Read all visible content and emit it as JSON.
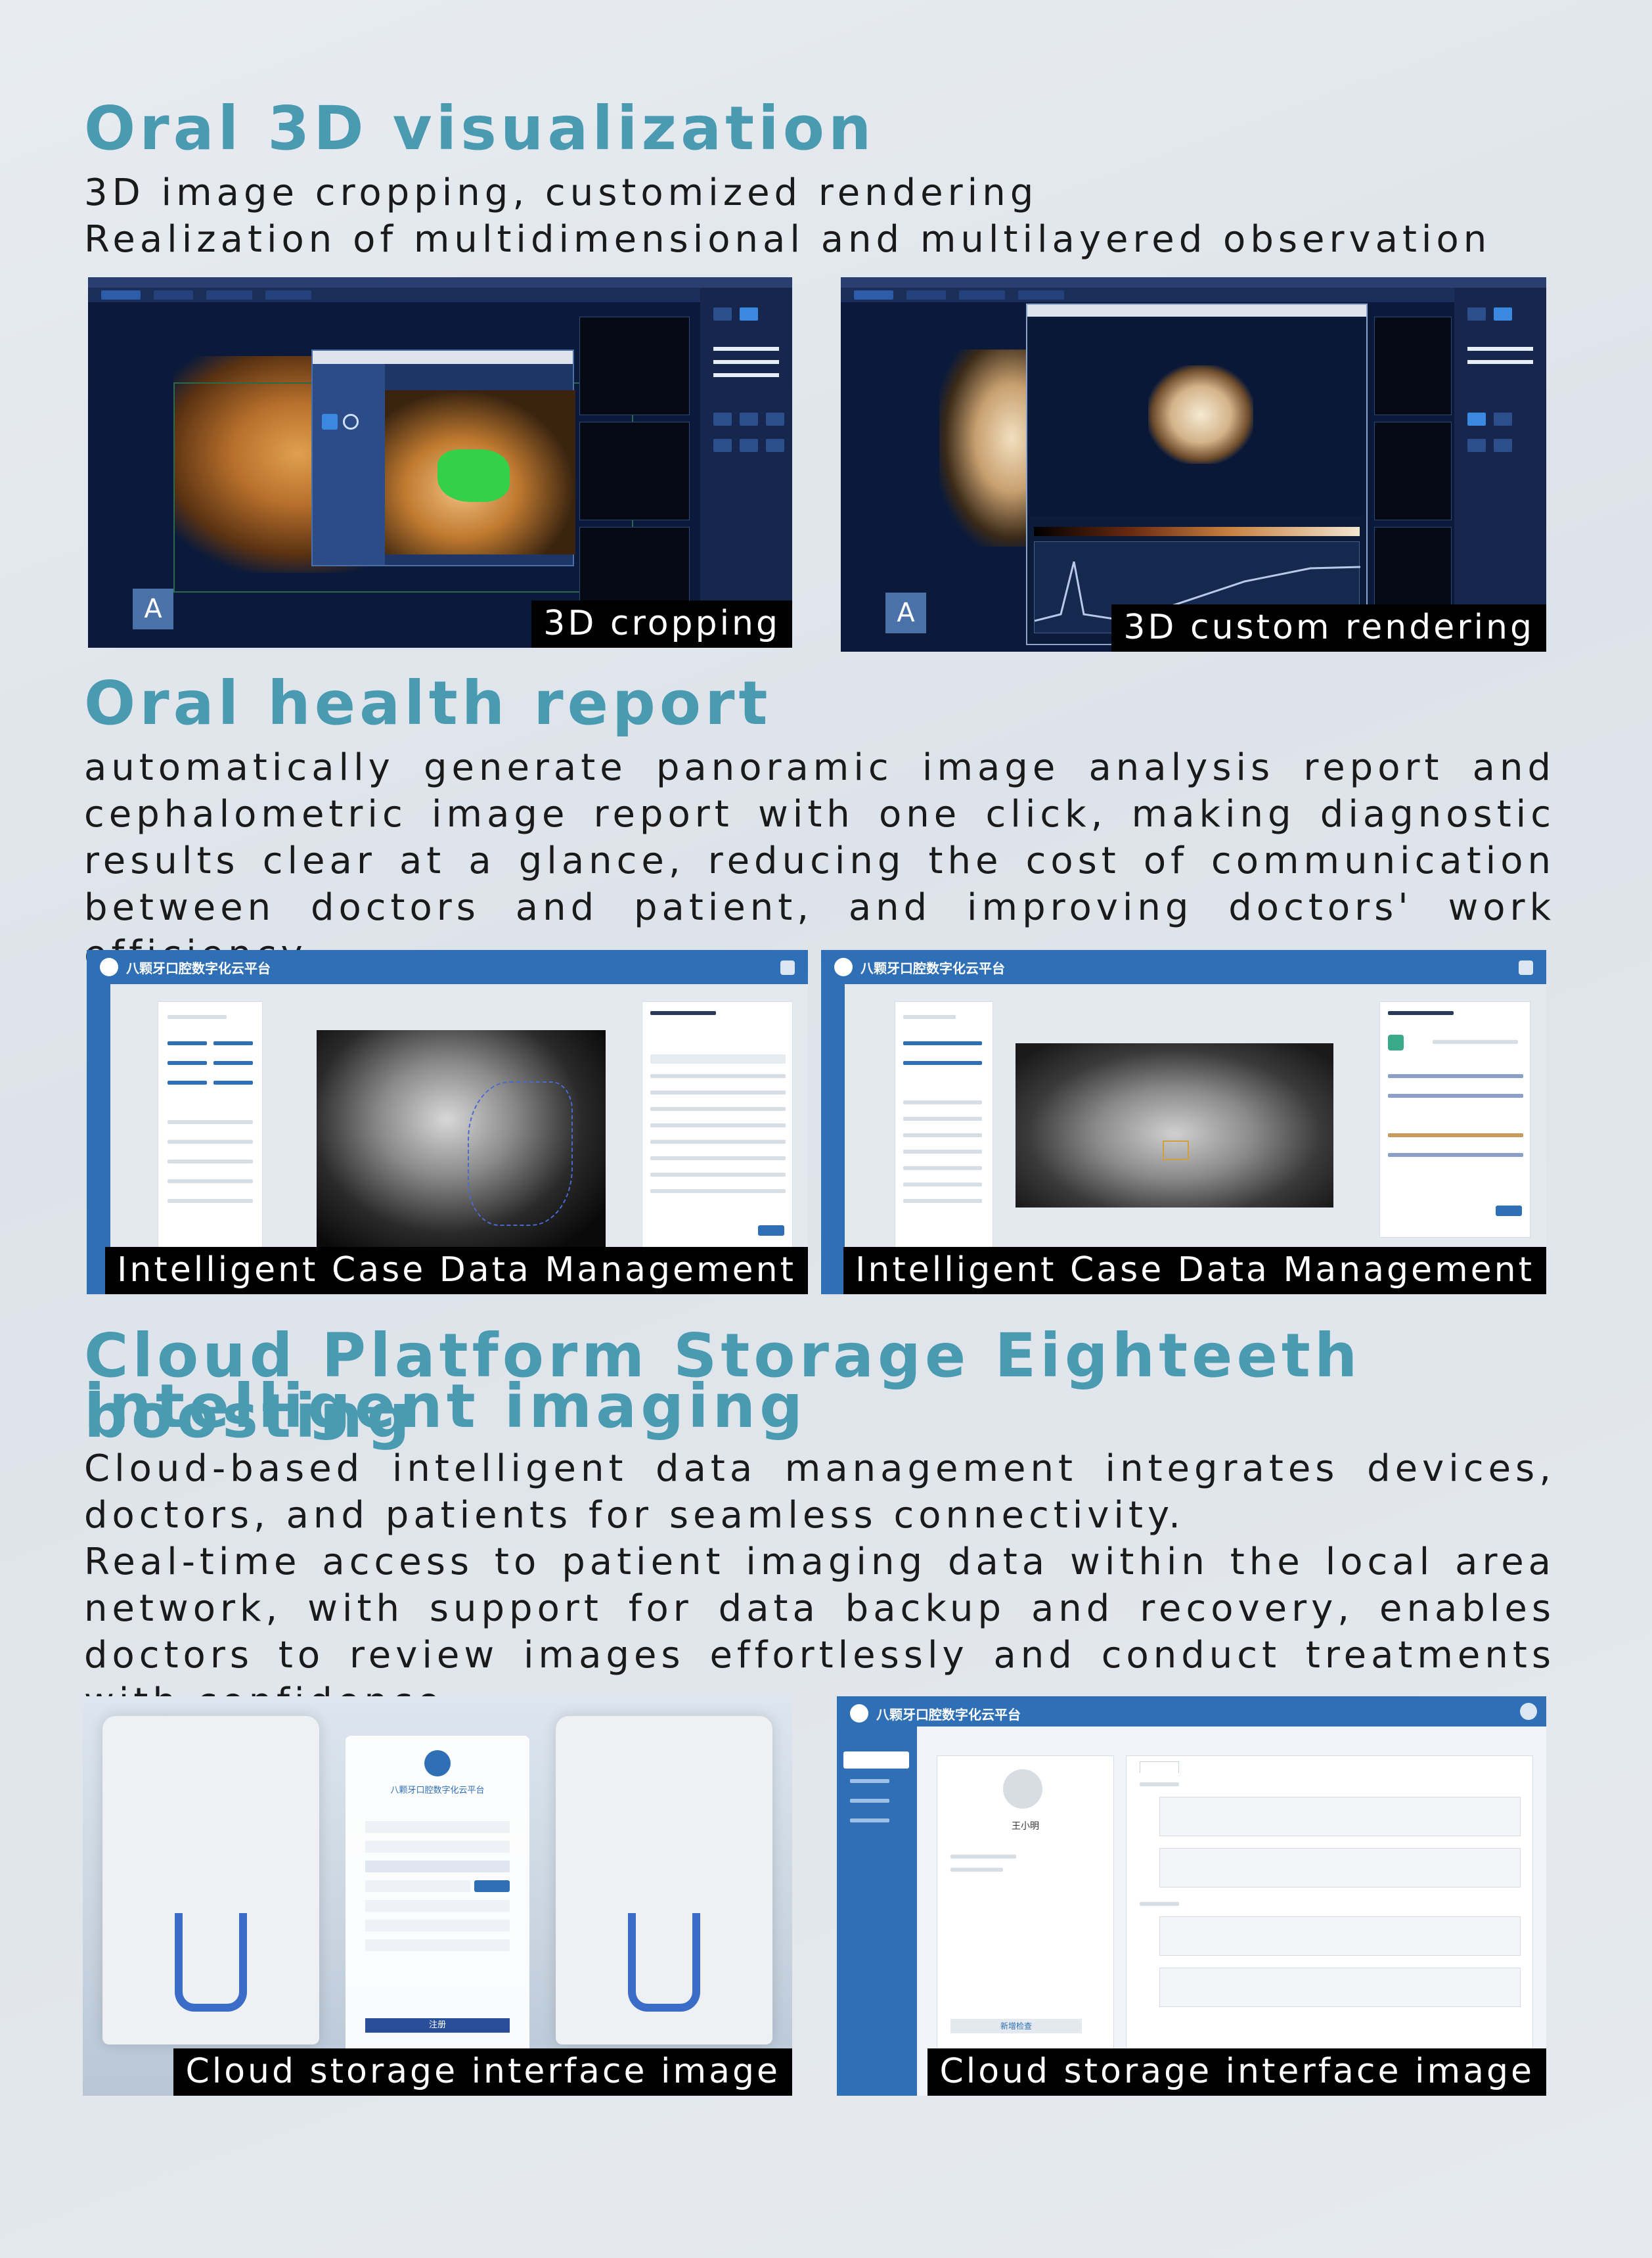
{
  "sections": {
    "visualization": {
      "title": "Oral 3D visualization",
      "lines": [
        "3D image cropping, customized rendering",
        "Realization of multidimensional and multilayered observation"
      ]
    },
    "report": {
      "title": "Oral health report",
      "body": "automatically generate panoramic image analysis report and cephalometric image report with one click, making diagnostic results clear at a glance, reducing the cost of communication between doctors and patient, and improving doctors' work efficiency"
    },
    "cloud": {
      "title_line1": "Cloud Platform Storage Eighteeth boosting",
      "title_line2": "intelligent imaging",
      "para1": "Cloud-based intelligent data management integrates devices, doctors, and patients for seamless connectivity.",
      "para2": "Real-time access to patient imaging data within the local area network, with support for data backup and recovery, enables doctors to review images effortlessly and conduct treatments with confidence."
    }
  },
  "images": {
    "crop": {
      "caption": "3D cropping",
      "badge": "A"
    },
    "render": {
      "caption": "3D custom rendering",
      "badge": "A"
    },
    "case1": {
      "caption": "Intelligent Case Data Management",
      "platform": "八颗牙口腔数字化云平台"
    },
    "case2": {
      "caption": "Intelligent Case Data Management",
      "platform": "八颗牙口腔数字化云平台"
    },
    "cloud1": {
      "caption": "Cloud storage interface image",
      "platform": "八颗牙口腔数字化云平台",
      "button": "注册"
    },
    "cloud2": {
      "caption": "Cloud storage interface image",
      "platform": "八颗牙口腔数字化云平台",
      "patient_name": "王小明",
      "add_button": "新增检查"
    }
  },
  "colors": {
    "accent": "#4a9bb2",
    "platform_blue": "#2f6fb5",
    "viewer_dark": "#0b1a3a"
  }
}
